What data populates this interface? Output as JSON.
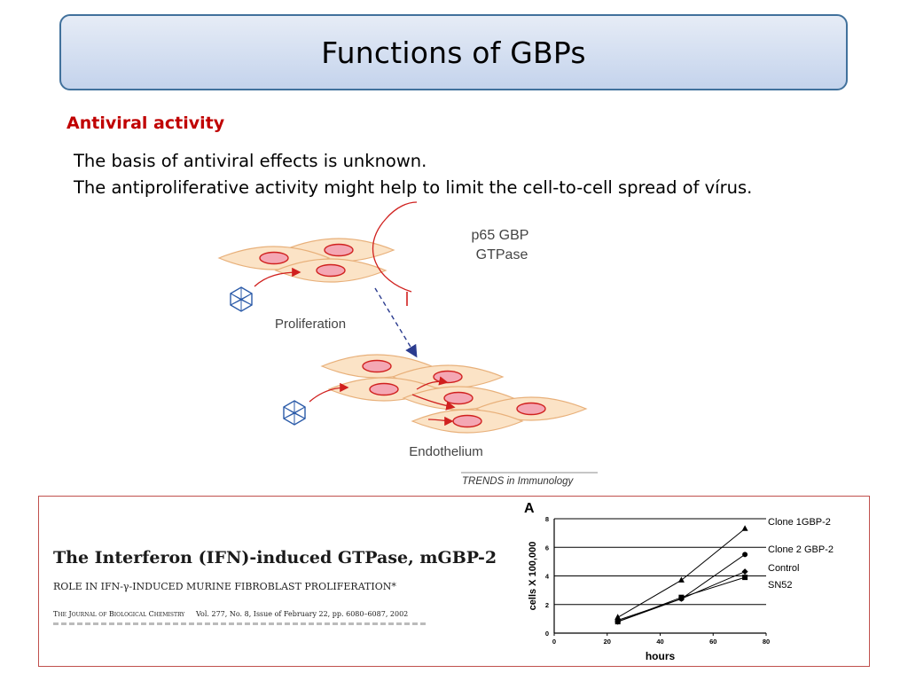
{
  "slide": {
    "title": "Functions of GBPs",
    "subtitle": "Antiviral activity",
    "body": [
      "The basis of antiviral effects is unknown.",
      "The antiproliferative activity might help to limit the cell-to-cell spread of vírus."
    ]
  },
  "diagram": {
    "protein_label_1": "p65 GBP",
    "protein_label_2": "GTPase",
    "proliferation_label": "Proliferation",
    "endothelium_label": "Endothelium",
    "source_label": "TRENDS in Immunology"
  },
  "reference": {
    "paper_title": "The Interferon (IFN)-induced GTPase, mGBP-2",
    "paper_subtitle": "ROLE IN IFN-γ-INDUCED MURINE FIBROBLAST PROLIFERATION*",
    "journal": "The Journal of Biological Chemistry",
    "citation": "Vol. 277, No. 8, Issue of February 22, pp. 6080–6087, 2002"
  },
  "chart_data": {
    "type": "line",
    "panel_label": "A",
    "xlabel": "hours",
    "ylabel": "cells X 100,000",
    "xlim": [
      0,
      80
    ],
    "ylim": [
      0,
      8
    ],
    "x_ticks": [
      0,
      20,
      40,
      60,
      80
    ],
    "y_ticks": [
      0,
      2,
      4,
      6,
      8
    ],
    "grid": "horizontal",
    "legend_placement": "right",
    "series": [
      {
        "name": "Clone 1GBP-2",
        "marker": "triangle",
        "x": [
          24,
          48,
          72
        ],
        "y": [
          1.1,
          3.7,
          7.3
        ]
      },
      {
        "name": "Clone 2 GBP-2",
        "marker": "circle",
        "x": [
          24,
          48,
          72
        ],
        "y": [
          0.9,
          2.4,
          5.5
        ]
      },
      {
        "name": "Control",
        "marker": "diamond",
        "x": [
          24,
          48,
          72
        ],
        "y": [
          0.8,
          2.4,
          4.3
        ]
      },
      {
        "name": "SN52",
        "marker": "square",
        "x": [
          24,
          48,
          72
        ],
        "y": [
          0.8,
          2.5,
          3.9
        ]
      }
    ]
  },
  "colors": {
    "title_border": "#41719c",
    "subtitle": "#c00000",
    "reference_border": "#c0504d",
    "cell_fill": "#fbe3c6",
    "nucleus_fill": "#f4a7b4",
    "arrow_red": "#d0201e",
    "dashed_arrow": "#2b3c8f",
    "virus_blue": "#2a5aa8"
  },
  "icons": [
    "virus-icon",
    "cell-shape",
    "inhibition-arrow"
  ]
}
